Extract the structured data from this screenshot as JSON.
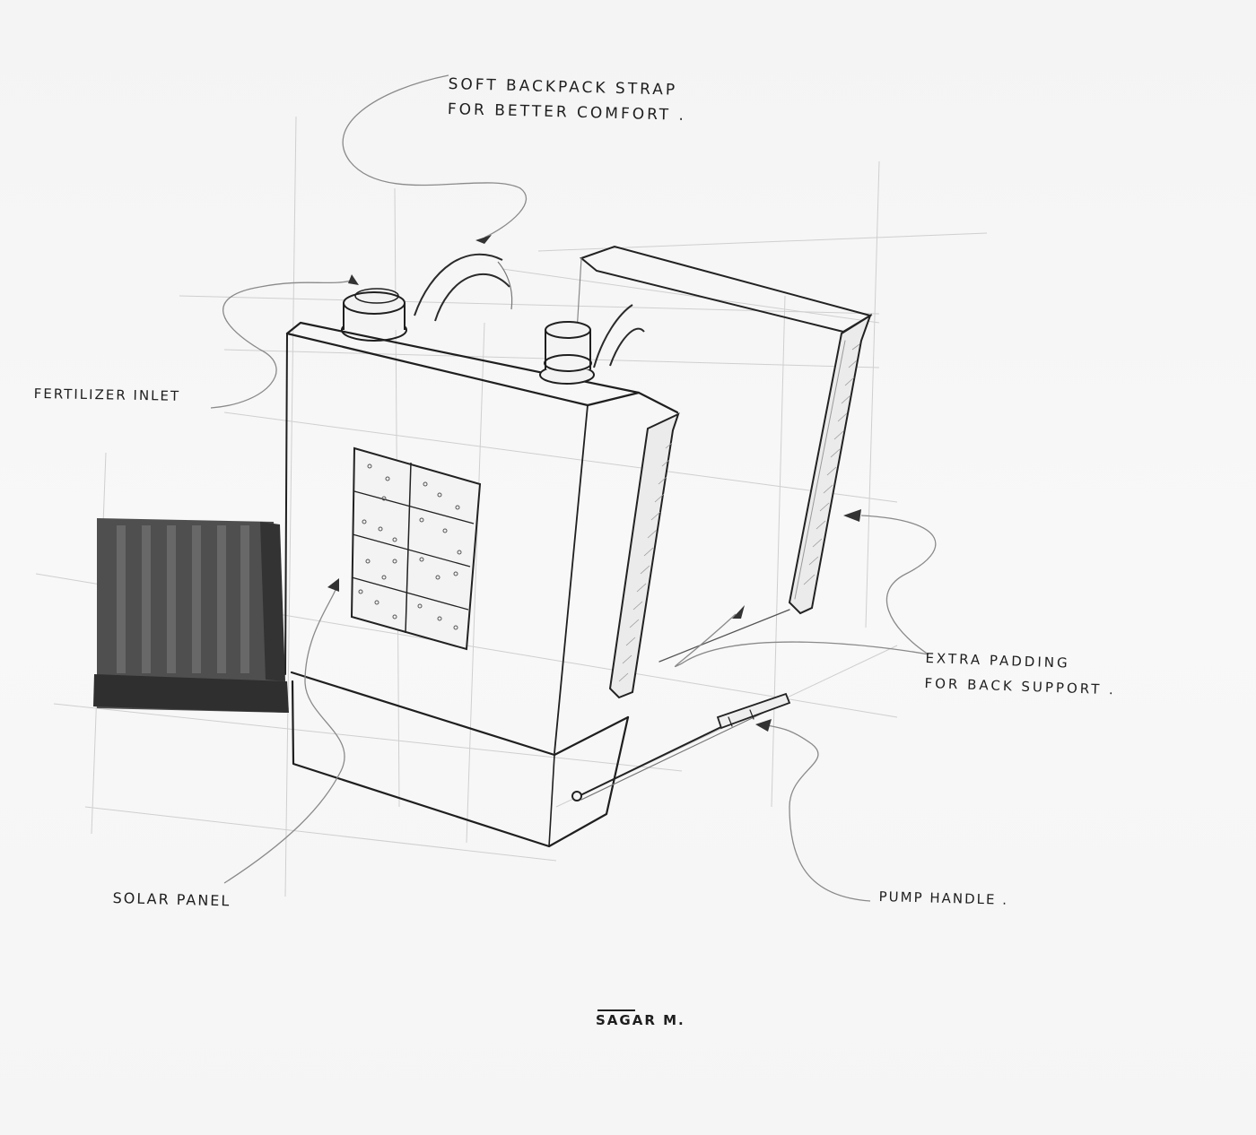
{
  "sketch": {
    "subject": "backpack sprayer concept sketch",
    "colors": {
      "paper": "#f6f6f6",
      "ink": "#1e1e1e",
      "construction_line": "#c9c9c9",
      "marker_fill": "#4a4a4a",
      "marker_dark": "#2e2e2e"
    }
  },
  "annotations": {
    "strap": {
      "line1": "SOFT BACKPACK STRAP",
      "line2": "FOR BETTER COMFORT ."
    },
    "inlet": {
      "line1": "FERTILIZER INLET"
    },
    "padding": {
      "line1": "EXTRA PADDING",
      "line2": "FOR BACK SUPPORT ."
    },
    "solar": {
      "line1": "SOLAR PANEL"
    },
    "pump": {
      "line1": "PUMP HANDLE ."
    }
  },
  "signature": {
    "text": "SAGAR M."
  }
}
